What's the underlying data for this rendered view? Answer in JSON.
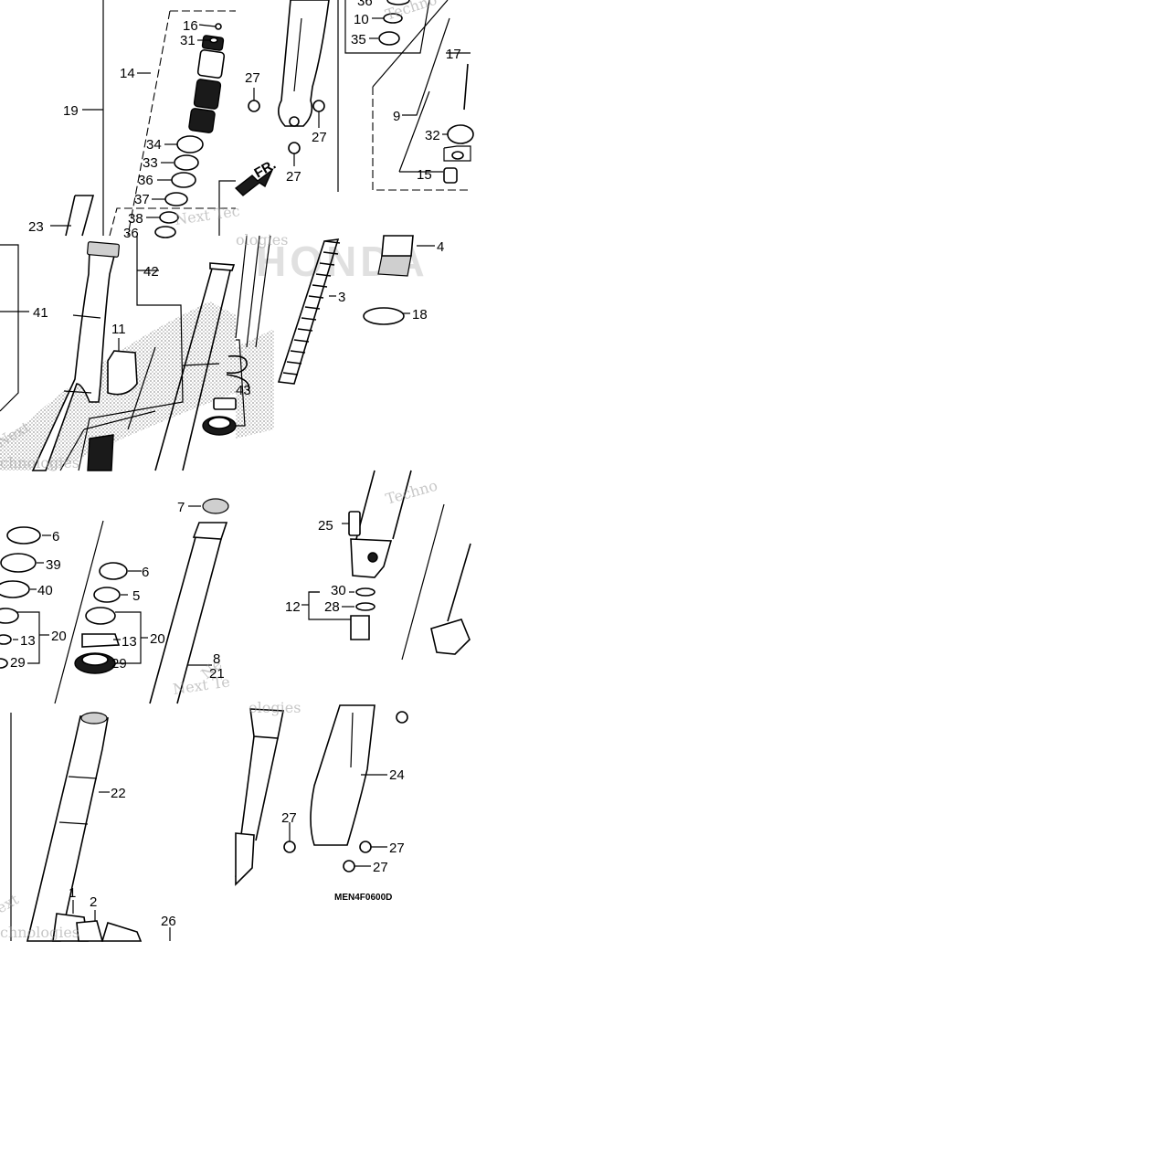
{
  "diagram": {
    "part_labels": [
      "16",
      "31",
      "14",
      "19",
      "34",
      "33",
      "36",
      "37",
      "38",
      "36",
      "23",
      "27",
      "27",
      "27",
      "36",
      "10",
      "35",
      "17",
      "9",
      "32",
      "15",
      "42",
      "41",
      "11",
      "4",
      "3",
      "18",
      "43",
      "7",
      "6",
      "39",
      "40",
      "13",
      "20",
      "29",
      "6",
      "5",
      "13",
      "20",
      "29",
      "8",
      "21",
      "25",
      "30",
      "28",
      "12",
      "22",
      "24",
      "27",
      "27",
      "27",
      "1",
      "2",
      "26"
    ],
    "fr_arrow_label": "FR.",
    "drawing_code": "MEN4F0600D",
    "watermarks": [
      "Next Tec",
      "hnologies",
      "Technologies",
      "ext",
      "hnologies",
      "Technol",
      "Next Te",
      "ologies",
      "ext",
      "chnologies"
    ],
    "brand_watermark": "HONDA"
  }
}
